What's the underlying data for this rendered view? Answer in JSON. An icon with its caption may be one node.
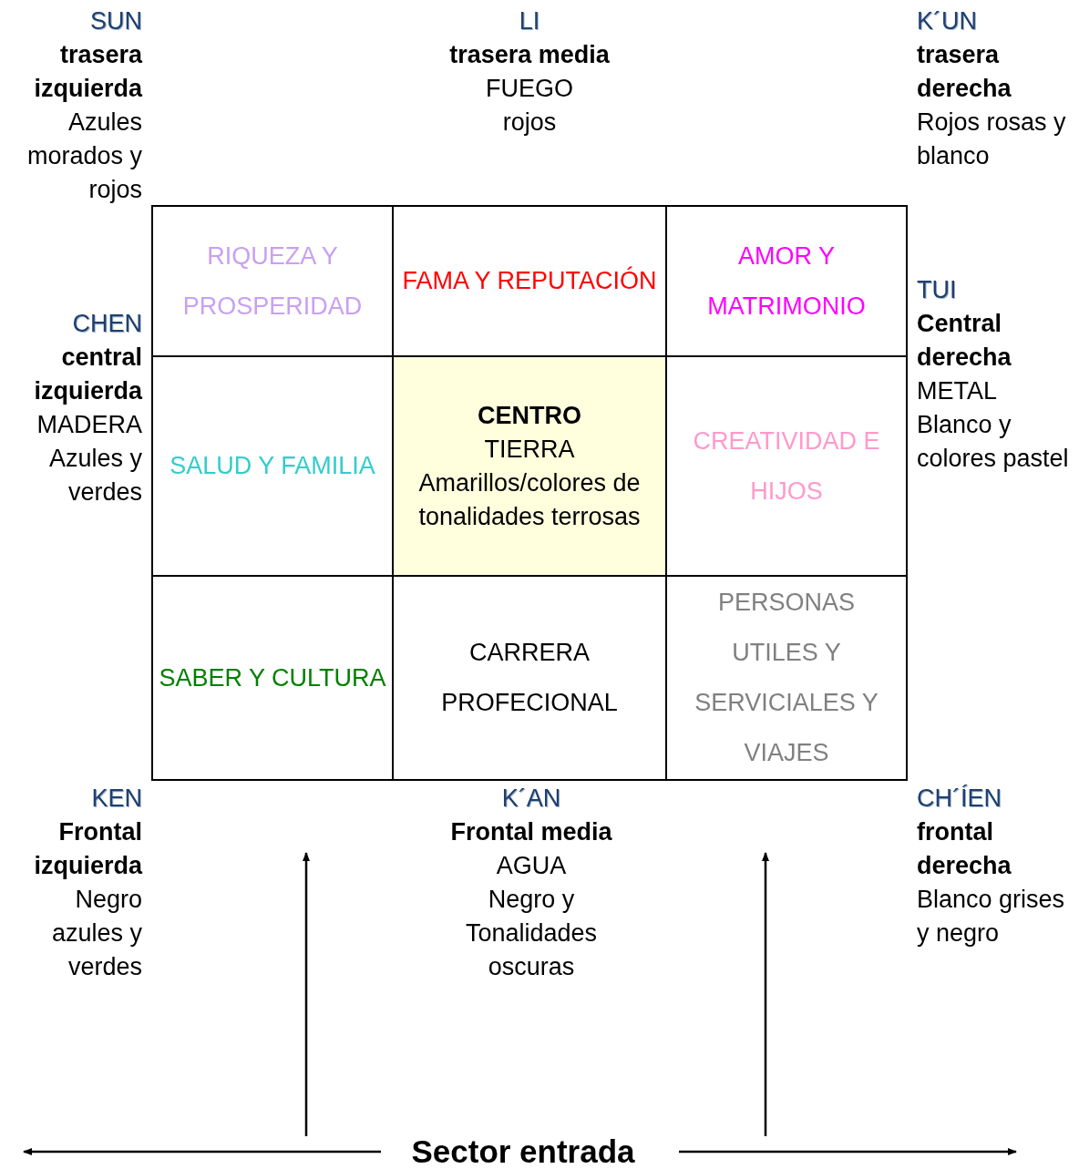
{
  "diagram": {
    "nodes": [
      {
        "text": [
          "RIQUEZA Y PROSPERIDAD"
        ]
      },
      {
        "text": [
          "FAMA Y REPUTACIÓN"
        ]
      },
      {
        "text": [
          "AMOR Y MATRIMONIO"
        ]
      },
      {
        "text": [
          "SALUD Y FAMILIA"
        ]
      },
      {
        "text": [
          "CENTRO",
          "TIERRA",
          "Amarillos/colores de tonalidades terrosas"
        ]
      },
      {
        "text": [
          "CREATIVIDAD E HIJOS"
        ]
      },
      {
        "text": [
          "SABER Y CULTURA"
        ]
      },
      {
        "text": [
          "CARRERA PROFECIONAL"
        ]
      },
      {
        "text": [
          "PERSONAS UTILES Y SERVICIALES Y VIAJES"
        ]
      }
    ],
    "labels": [
      "SUN",
      "trasera izquierda",
      "Azules morados y rojos",
      "LI",
      "trasera media",
      "FUEGO",
      "rojos",
      "K´UN",
      "trasera derecha",
      "Rojos rosas y blanco",
      "CHEN",
      "central izquierda",
      "MADERA",
      "Azules y verdes",
      "TUI",
      "Central derecha",
      "METAL",
      "Blanco y colores pastel",
      "KEN",
      "Frontal izquierda",
      "Negro azules y verdes",
      "K´AN",
      "Frontal media",
      "AGUA",
      "Negro y Tonalidades oscuras",
      "CH´ÍEN",
      "frontal derecha",
      "Blanco grises y negro",
      "Sector entrada"
    ]
  }
}
